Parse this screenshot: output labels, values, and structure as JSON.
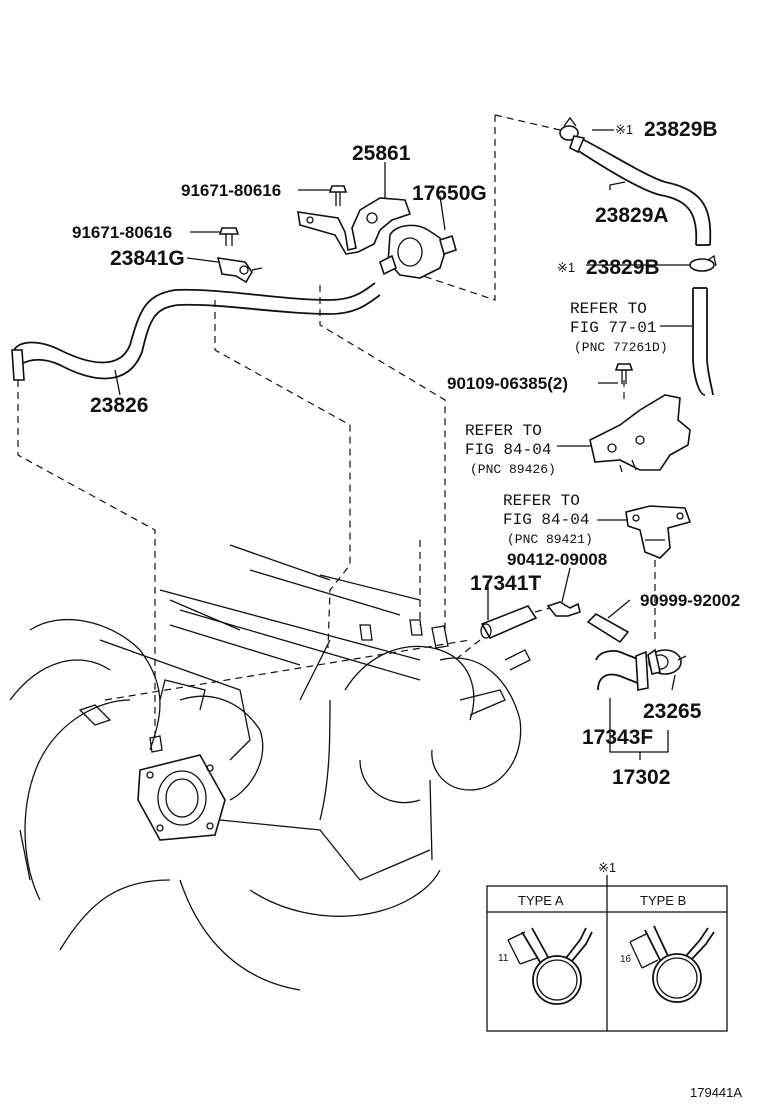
{
  "figure_id": "179441A",
  "callouts": {
    "p23829B_top": "23829B",
    "p23829A": "23829A",
    "p23829B_mid": "23829B",
    "p25861": "25861",
    "p17650G": "17650G",
    "p91671_a": "91671-80616",
    "p91671_b": "91671-80616",
    "p23841G": "23841G",
    "p23826": "23826",
    "p90109": "90109-06385(2)",
    "p90412": "90412-09008",
    "p17341T": "17341T",
    "p90999": "90999-92002",
    "p23265": "23265",
    "p17343F": "17343F",
    "p17302": "17302"
  },
  "note_marks": {
    "mark1_top": "※1",
    "mark1_mid": "※1",
    "mark1_table": "※1"
  },
  "references": {
    "r1": {
      "refer": "REFER TO",
      "fig": "FIG 77-01",
      "pnc": "(PNC 77261D)"
    },
    "r2": {
      "refer": "REFER TO",
      "fig": "FIG 84-04",
      "pnc": "(PNC 89426)"
    },
    "r3": {
      "refer": "REFER TO",
      "fig": "FIG 84-04",
      "pnc": "(PNC 89421)"
    }
  },
  "clip_table": {
    "type_a": "TYPE A",
    "type_b": "TYPE B",
    "dim_a": "11",
    "dim_b": "16"
  }
}
